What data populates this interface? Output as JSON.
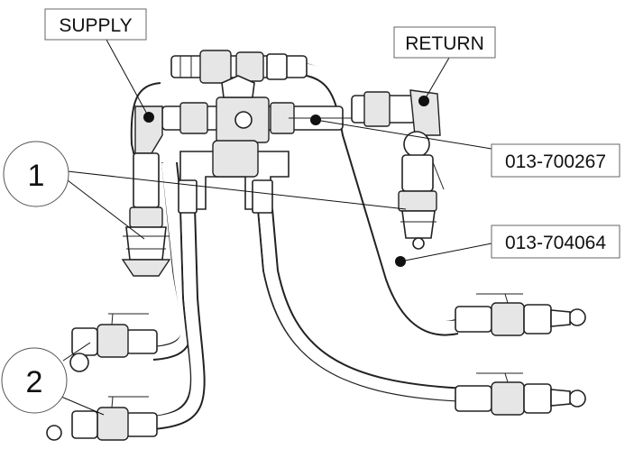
{
  "labels": {
    "supply": "SUPPLY",
    "return": "RETURN",
    "part_a": "013-700267",
    "part_b": "013-704064",
    "callout_1": "1",
    "callout_2": "2"
  },
  "colors": {
    "line": "#222222",
    "background": "#ffffff",
    "box_border": "#666666"
  }
}
